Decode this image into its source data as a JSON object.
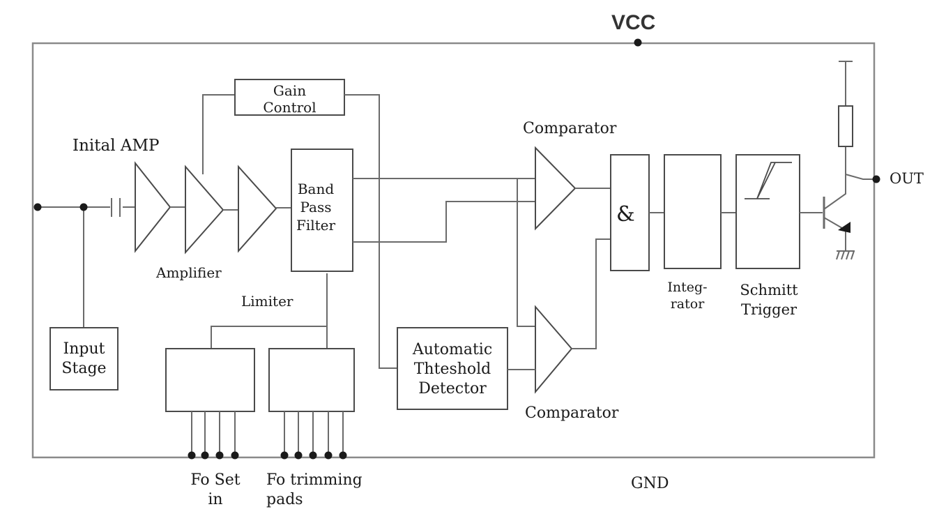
{
  "supply": {
    "vcc": "VCC",
    "gnd": "GND",
    "out": "OUT"
  },
  "stages": {
    "inital_amp": "Inital AMP",
    "amplifier": "Amplifier",
    "limiter": "Limiter",
    "comparator_top": "Comparator",
    "comparator_bottom": "Comparator"
  },
  "blocks": {
    "gain_control": [
      "Gain",
      "Control"
    ],
    "band_pass_filter": [
      "Band",
      "Pass",
      "Filter"
    ],
    "and_gate": "&",
    "integrator": [
      "Integ-",
      "rator"
    ],
    "schmitt_trigger": [
      "Schmitt",
      "Trigger"
    ],
    "input_stage": [
      "Input",
      "Stage"
    ],
    "threshold_detector": [
      "Automatic",
      "Thteshold",
      "Detector"
    ]
  },
  "pins": {
    "fo_set_in": [
      "Fo Set",
      "in"
    ],
    "fo_trimming_pads": [
      "Fo trimming",
      "pads"
    ]
  },
  "colors": {
    "line": "#6a6a6a",
    "block": "#4a4a4a",
    "text": "#1a1a1a"
  }
}
